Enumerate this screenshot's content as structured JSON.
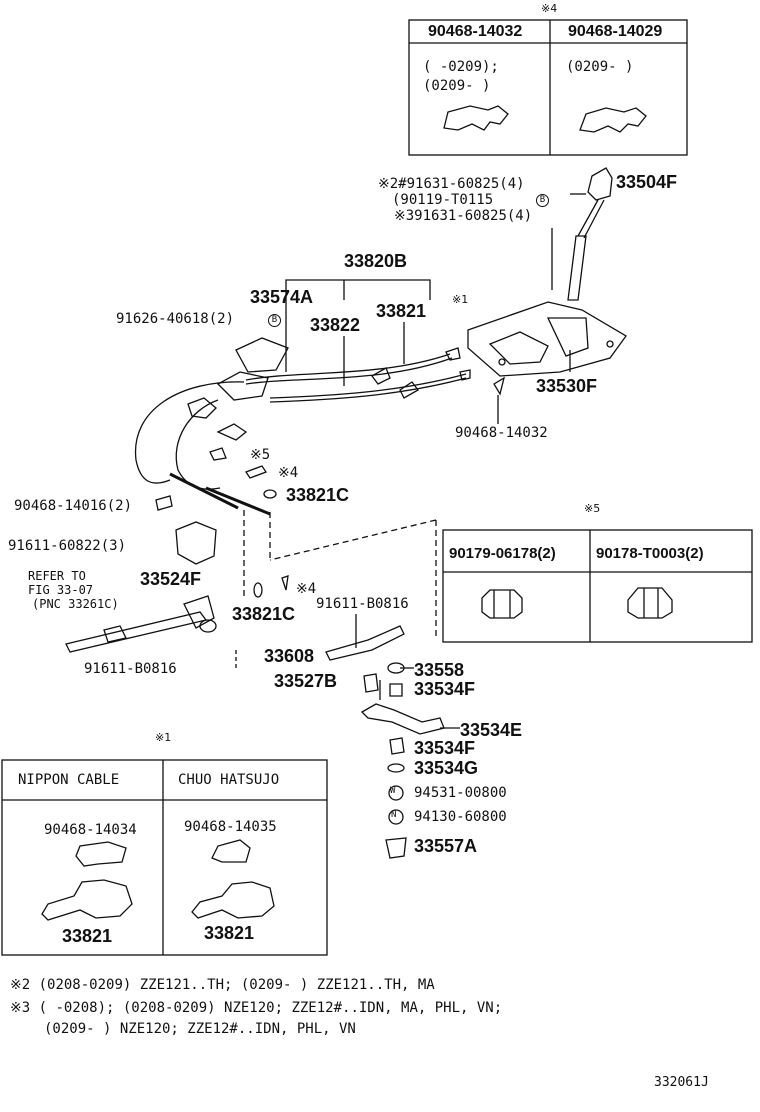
{
  "box_star4": {
    "mark": "※4",
    "col1_part": "90468-14032",
    "col2_part": "90468-14029",
    "col1_range_a": "(      -0209);",
    "col1_range_b": "(0209-      )",
    "col2_range": "(0209-      )"
  },
  "box_star5": {
    "mark": "※5",
    "col1_part": "90179-06178(2)",
    "col2_part": "90178-T0003(2)"
  },
  "box_star1": {
    "mark": "※1",
    "col1_header": "NIPPON CABLE",
    "col2_header": "CHUO HATSUJO",
    "col1_clip": "90468-14034",
    "col2_clip": "90468-14035",
    "col1_cable": "33821",
    "col2_cable": "33821"
  },
  "callouts": {
    "c91631_a": "※2#91631-60825(4)",
    "c90119": "(90119-T0115",
    "c91631_b": "※391631-60825(4)",
    "c33504F": "33504F",
    "c33820B": "33820B",
    "c33574A": "33574A",
    "c33821_top": "33821",
    "c33822": "33822",
    "c91626": "91626-40618(2)",
    "c_star1_mark": "※1",
    "c33530F": "33530F",
    "c90468_14032": "90468-14032",
    "c_star5_mark": "※5",
    "c_star4_mark_a": "※4",
    "c90468_14016": "90468-14016(2)",
    "c33821C_a": "33821C",
    "c91611_60822": "91611-60822(3)",
    "c33524F": "33524F",
    "c_refer": "REFER TO",
    "c_fig": "FIG 33-07",
    "c_pnc": "(PNC 33261C)",
    "c33821C_b": "33821C",
    "c_star4_mark_b": "※4",
    "c91611_B0816_a": "91611-B0816",
    "c91611_B0816_b": "91611-B0816",
    "c33608": "33608",
    "c33558": "33558",
    "c33527B": "33527B",
    "c33534F_a": "33534F",
    "c33534E": "33534E",
    "c33534F_b": "33534F",
    "c33534G": "33534G",
    "c94531": "94531-00800",
    "c94130": "94130-60800",
    "c33557A": "33557A"
  },
  "notes": {
    "note2": "※2 (0208-0209) ZZE121..TH; (0209-      ) ZZE121..TH, MA",
    "note3a": "※3 (      -0208); (0208-0209) NZE120; ZZE12#..IDN, MA, PHL, VN;",
    "note3b": "(0209-      ) NZE120; ZZE12#..IDN, PHL, VN"
  },
  "figure_code": "332061J",
  "circle_letters": {
    "b": "B",
    "w": "W",
    "n": "N"
  }
}
